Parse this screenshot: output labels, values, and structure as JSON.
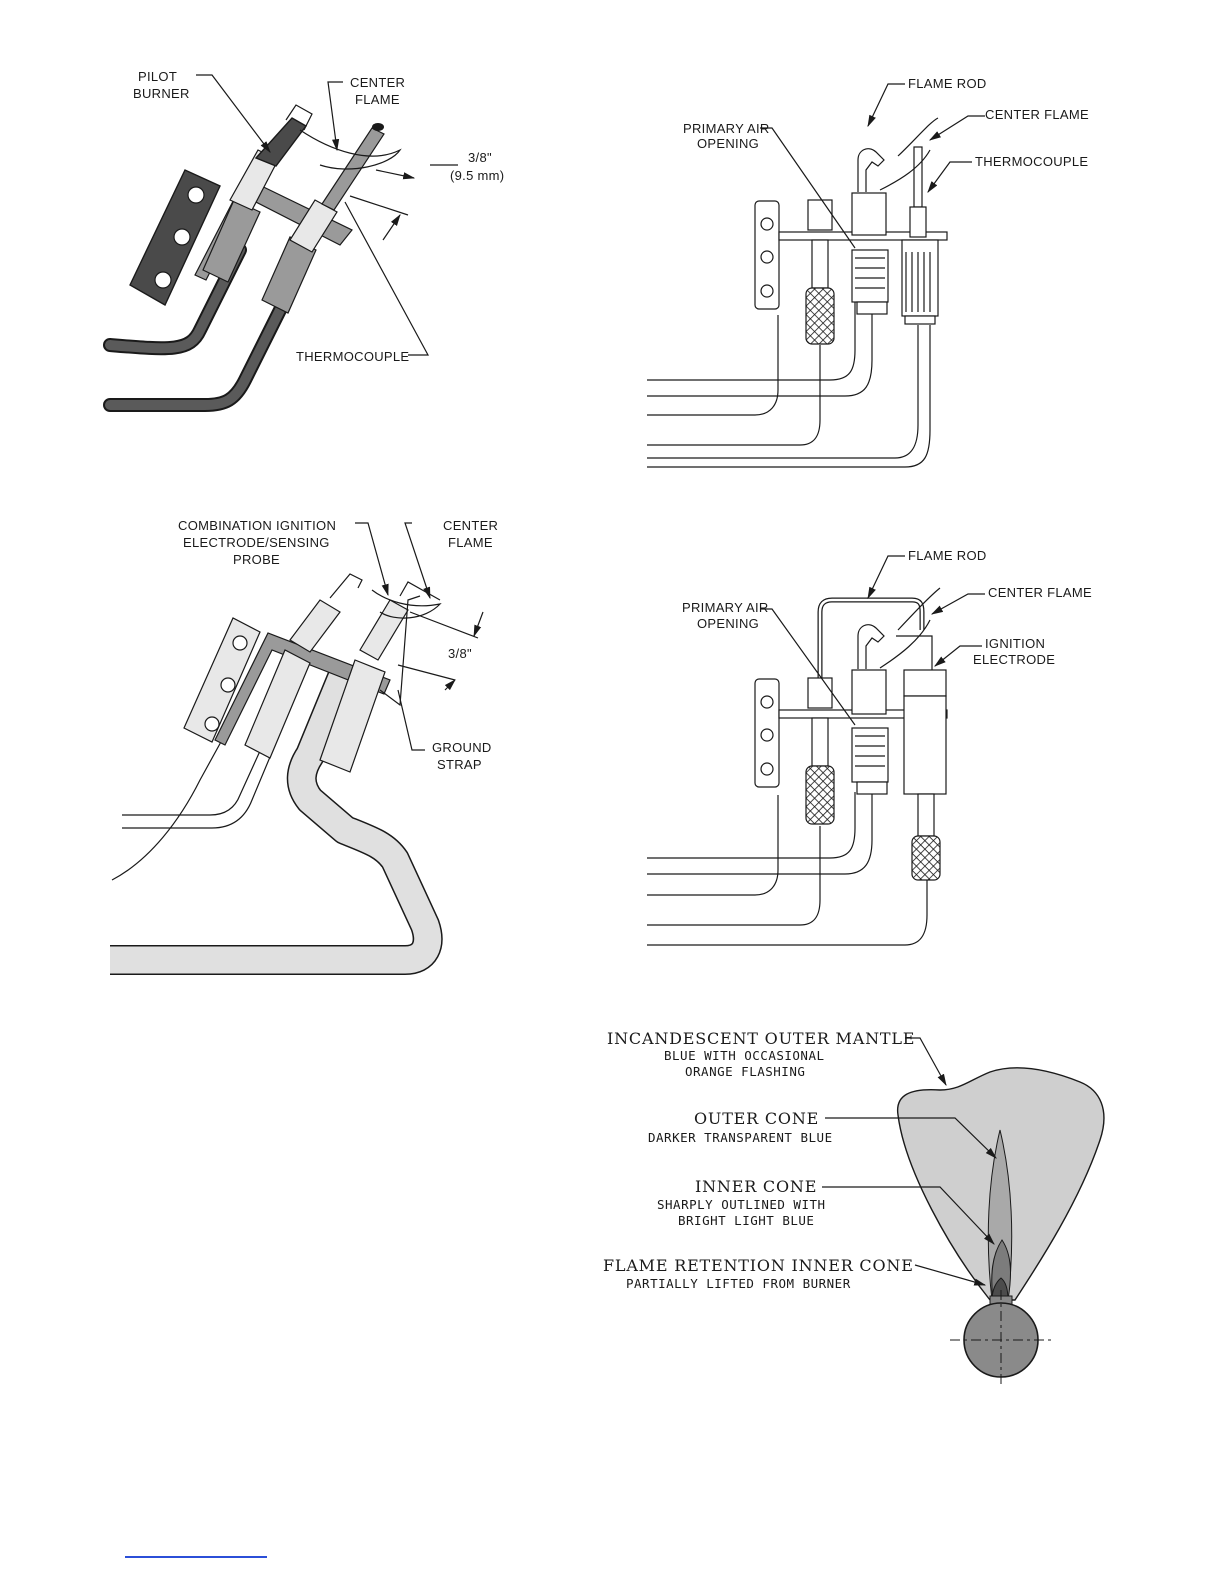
{
  "fig1": {
    "pilot_burner": [
      "PILOT",
      "BURNER"
    ],
    "center_flame": [
      "CENTER",
      "FLAME"
    ],
    "gap": [
      "3/8\"",
      "(9.5  mm)"
    ],
    "thermocouple": "THERMOCOUPLE"
  },
  "fig2": {
    "flame_rod": "FLAME ROD",
    "primary_air": [
      "PRIMARY AIR",
      "OPENING"
    ],
    "center_flame": "CENTER FLAME",
    "thermocouple": "THERMOCOUPLE"
  },
  "fig3": {
    "combination": [
      "COMBINATION IGNITION",
      "ELECTRODE/SENSING",
      "PROBE"
    ],
    "center_flame": [
      "CENTER",
      "FLAME"
    ],
    "gap": "3/8\"",
    "ground_strap": [
      "GROUND",
      "STRAP"
    ]
  },
  "fig4": {
    "flame_rod": "FLAME ROD",
    "primary_air": [
      "PRIMARY AIR",
      "OPENING"
    ],
    "center_flame": "CENTER FLAME",
    "ignition": [
      "IGNITION",
      "ELECTRODE"
    ]
  },
  "fig5": {
    "outer_mantle": "INCANDESCENT OUTER MANTLE",
    "outer_mantle_desc": [
      "BLUE WITH OCCASIONAL",
      "ORANGE FLASHING"
    ],
    "outer_cone": "OUTER CONE",
    "outer_cone_desc": "DARKER TRANSPARENT BLUE",
    "inner_cone": "INNER CONE",
    "inner_cone_desc": [
      "SHARPLY OUTLINED WITH",
      "BRIGHT LIGHT BLUE"
    ],
    "retention": "FLAME RETENTION INNER CONE",
    "retention_desc": "PARTIALLY LIFTED FROM BURNER"
  }
}
